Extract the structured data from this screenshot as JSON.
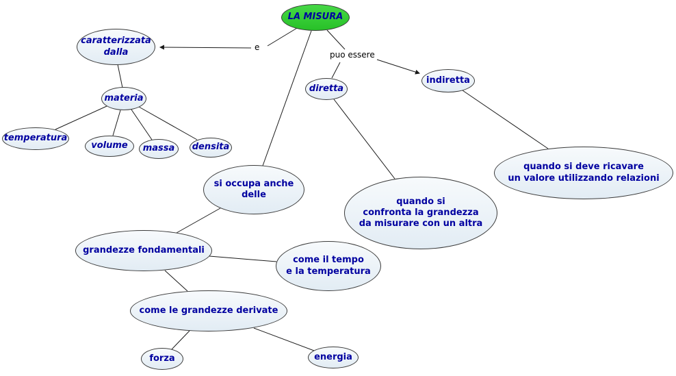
{
  "colors": {
    "root_node_fill": "#33cc33",
    "node_fill": "#e9f0f6",
    "node_border": "#3a3a3a",
    "node_text": "#0000a0",
    "edge_line": "#1a1a1a",
    "edge_label_text": "#000000",
    "background": "#ffffff"
  },
  "nodes": {
    "la_misura": {
      "label": "LA MISURA"
    },
    "caratterizzata_dalla": {
      "label": "caratterizzata\ndalla"
    },
    "materia": {
      "label": "materia"
    },
    "temperatura": {
      "label": "temperatura"
    },
    "volume": {
      "label": "volume"
    },
    "massa": {
      "label": "massa"
    },
    "densita": {
      "label": "densita"
    },
    "diretta": {
      "label": "diretta"
    },
    "indiretta": {
      "label": "indiretta"
    },
    "si_occupa_anche_delle": {
      "label": "si occupa anche\ndelle"
    },
    "quando_si_deve_ricavare": {
      "label": "quando si deve ricavare\nun valore utilizzando relazioni"
    },
    "quando_si_confronta": {
      "label": "quando si\nconfronta la grandezza\nda misurare con un altra"
    },
    "grandezze_fondamentali": {
      "label": "grandezze fondamentali"
    },
    "come_il_tempo": {
      "label": "come il tempo\ne la temperatura"
    },
    "come_le_grandezze_derivate": {
      "label": "come le grandezze derivate"
    },
    "forza": {
      "label": "forza"
    },
    "energia": {
      "label": "energia"
    }
  },
  "edge_labels": {
    "e": "e",
    "puo_essere": "puo essere"
  }
}
